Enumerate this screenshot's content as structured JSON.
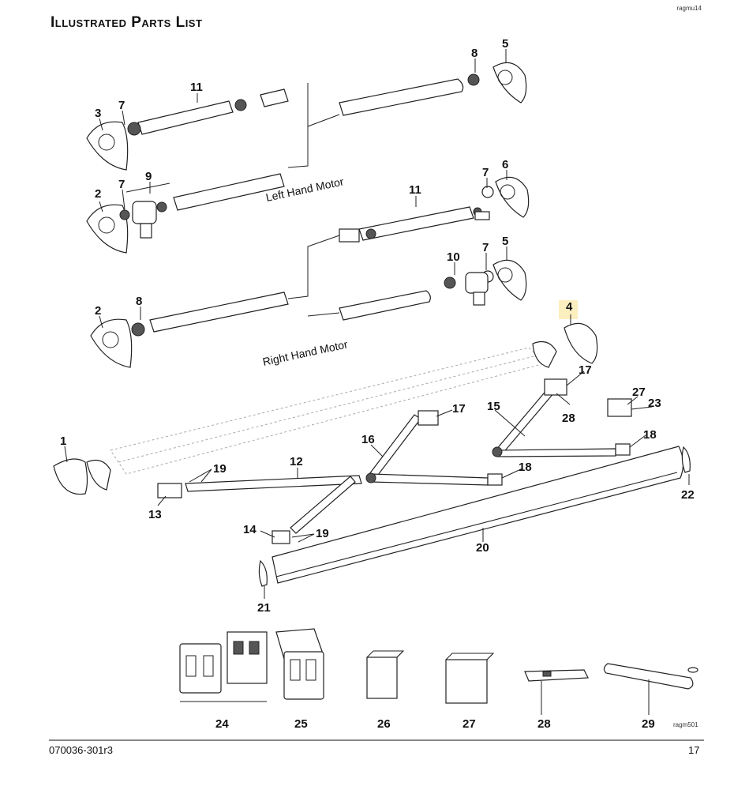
{
  "header": {
    "title": "Illustrated Parts List",
    "code": "ragmu14"
  },
  "captions": {
    "left_hand_motor": "Left Hand Motor",
    "right_hand_motor": "Right Hand Motor"
  },
  "callouts": {
    "c1": "1",
    "c2a": "2",
    "c2b": "2",
    "c3": "3",
    "c4": "4",
    "c5a": "5",
    "c5b": "5",
    "c6": "6",
    "c7a": "7",
    "c7b": "7",
    "c7c": "7",
    "c7d": "7",
    "c8a": "8",
    "c8b": "8",
    "c9": "9",
    "c10": "10",
    "c11a": "11",
    "c11b": "11",
    "c12": "12",
    "c13": "13",
    "c14": "14",
    "c15": "15",
    "c16": "16",
    "c17a": "17",
    "c17b": "17",
    "c18a": "18",
    "c18b": "18",
    "c19a": "19",
    "c19b": "19",
    "c20": "20",
    "c21": "21",
    "c22": "22",
    "c23": "23",
    "c24": "24",
    "c25": "25",
    "c26": "26",
    "c27a": "27",
    "c27b": "27",
    "c28a": "28",
    "c28b": "28",
    "c29": "29"
  },
  "highlight_color": "#f7e28c",
  "figure_code": "ragm501",
  "footer": {
    "doc_number": "070036-301r3",
    "page": "17"
  }
}
